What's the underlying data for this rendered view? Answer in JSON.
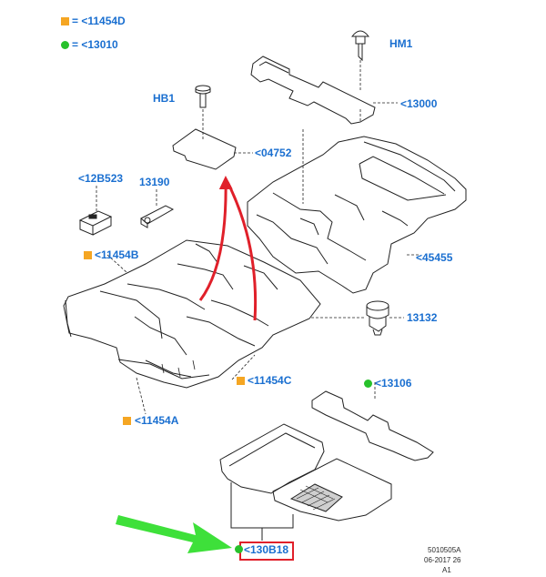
{
  "legend": [
    {
      "marker": "square",
      "text": "= <11454D",
      "color": "#f5a623"
    },
    {
      "marker": "dot",
      "text": "= <13010",
      "color": "#27c12b"
    }
  ],
  "callouts": {
    "hm1": "HM1",
    "c13000": "<13000",
    "hb1": "HB1",
    "c04752": "<04752",
    "c12b523": "<12B523",
    "c13190": "13190",
    "c45455": "<45455",
    "c11454b": "<11454B",
    "c13132": "13132",
    "c11454c": "<11454C",
    "c11454a": "<11454A",
    "c13106": "<13106",
    "c130b18": "<130B18"
  },
  "footer": {
    "line1": "5010505A",
    "line2": "06-2017 26",
    "line3": "A1"
  },
  "colors": {
    "callout_text": "#1a6fd0",
    "square_marker": "#f5a623",
    "dot_marker": "#27c12b",
    "highlight": "#e0202a",
    "pointer_arrow": "#3ee03a",
    "move_arrow": "#e0202a"
  }
}
